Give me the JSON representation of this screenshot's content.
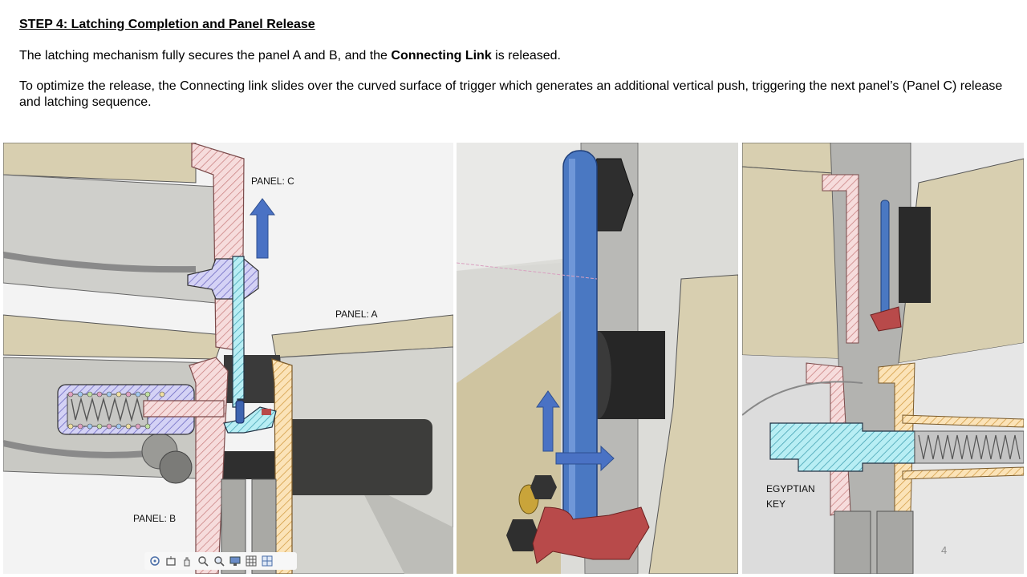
{
  "slide": {
    "title": "STEP 4: Latching Completion and Panel Release",
    "para1": {
      "before": "The latching mechanism fully secures the panel A and B, and the ",
      "bold": "Connecting Link",
      "after": " is released."
    },
    "para2": "To optimize the release, the Connecting link slides over the curved surface of trigger which generates an additional vertical push, triggering the next panel’s (Panel C) release and latching sequence.",
    "page_number": "4"
  },
  "figures": {
    "left": {
      "label_panel_c": "PANEL: C",
      "label_panel_a": "PANEL: A",
      "label_panel_b": "PANEL: B"
    },
    "right": {
      "label_key_line1": "EGYPTIAN",
      "label_key_line2": "KEY"
    }
  },
  "toolbar": {
    "icons": [
      "orbit-icon",
      "look-at-icon",
      "pan-icon",
      "zoom-icon",
      "zoom-window-icon",
      "display-settings-icon",
      "grid-icon",
      "viewports-icon"
    ]
  },
  "colors": {
    "link_blue": "#4a78c2",
    "arrow_blue": "#4a72c4",
    "hatch_pink": "#e4b9b9",
    "hatch_cyan": "#88d4e0",
    "hatch_lilac": "#b6b2e6",
    "panel_tan": "#d8cfb0",
    "trigger_red": "#b84a4a"
  }
}
